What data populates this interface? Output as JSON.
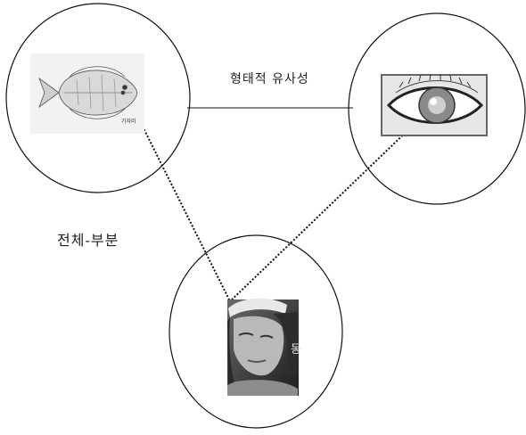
{
  "labels": {
    "morphological_similarity": "형태적 유사성",
    "whole_part": "전체-부분"
  },
  "images": {
    "fish": {
      "caption": "가자미",
      "description_icon": "flatfish-illustration"
    },
    "eye": {
      "description_icon": "eye-illustration"
    },
    "face": {
      "description_icon": "woman-portrait-photo",
      "side_text": "동"
    }
  },
  "colors": {
    "line": "#111111",
    "circle": "#111111",
    "fish_bg": "#f2f2f2",
    "eye_bg": "#e6e6e6",
    "eye_border": "#666666"
  }
}
